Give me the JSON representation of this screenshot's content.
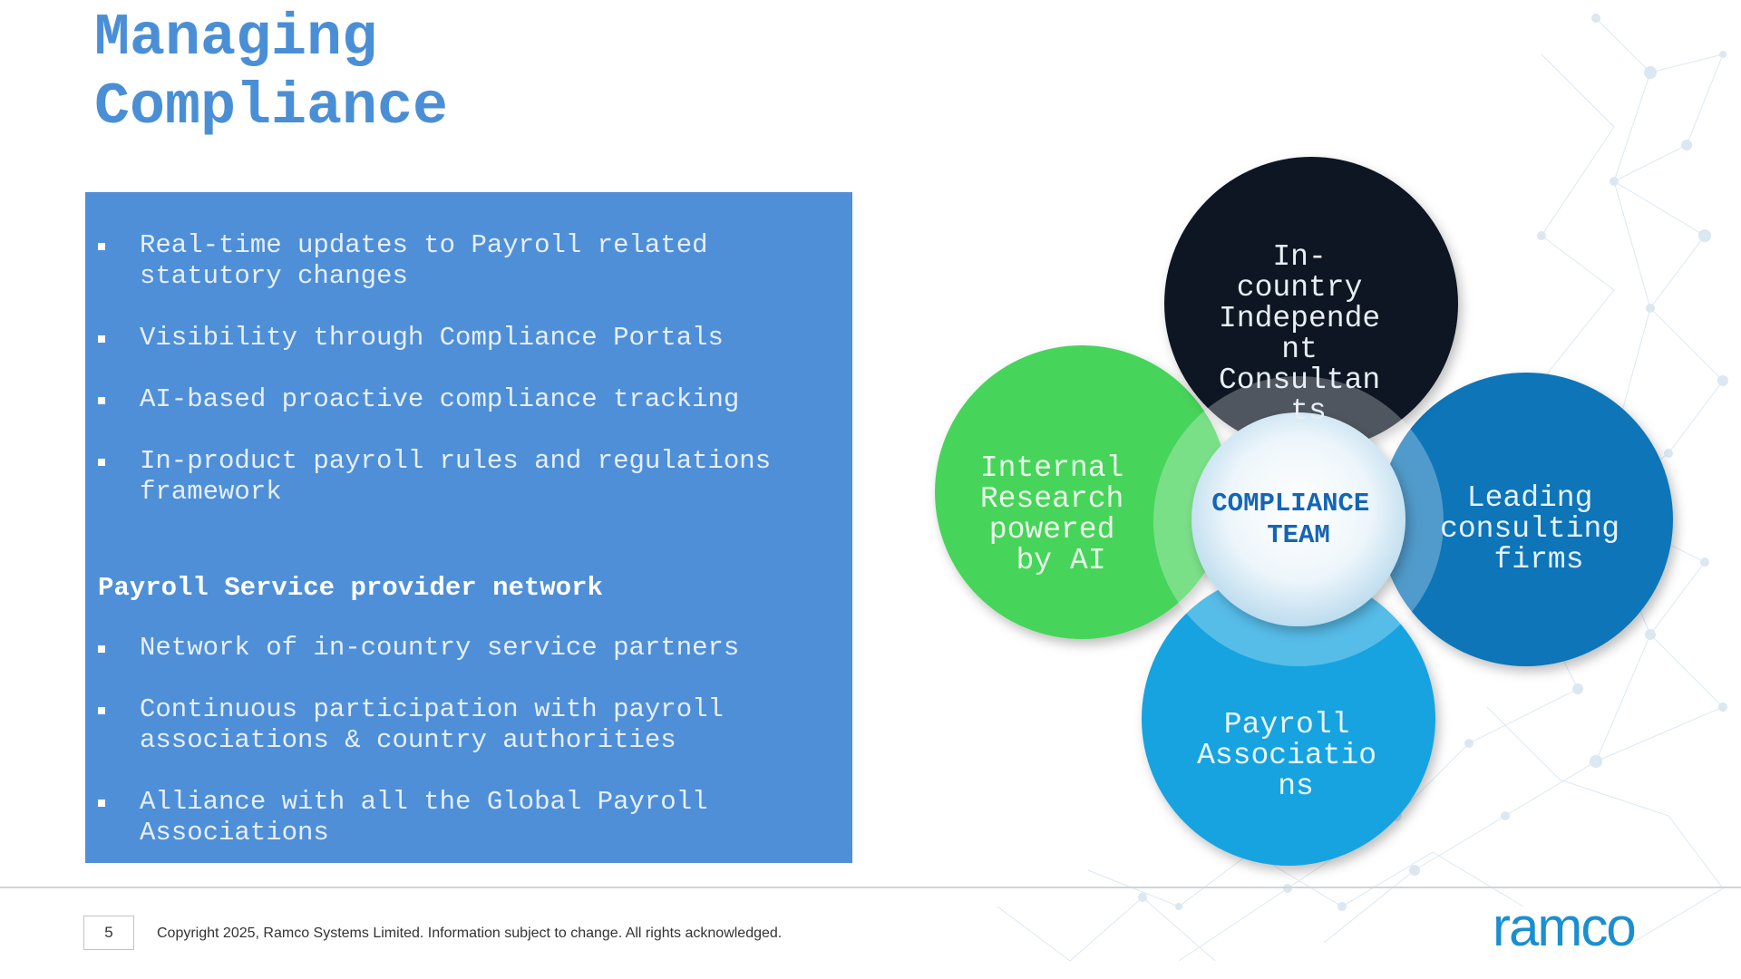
{
  "title": {
    "line1": "Managing",
    "line2": "Compliance"
  },
  "panel": {
    "bullets_a": [
      "Real-time updates to Payroll related\nstatutory changes",
      "Visibility through Compliance Portals",
      "AI-based proactive compliance tracking",
      "In-product payroll rules and regulations\nframework"
    ],
    "section_heading": "Payroll Service provider network",
    "bullets_b": [
      "Network of in-country service partners",
      "Continuous participation with payroll\nassociations & country authorities",
      "Alliance with all the Global Payroll\nAssociations"
    ]
  },
  "diagram": {
    "center": {
      "line1": "COMPLIANCE",
      "line2": "TEAM",
      "color": "#1565b5"
    },
    "petals": {
      "top": {
        "lines": [
          "In-",
          "country",
          "Independe",
          "nt",
          "Consultan",
          "ts"
        ],
        "color": "#0b1520"
      },
      "left": {
        "lines": [
          "Internal",
          "Research",
          "powered",
          "by AI"
        ],
        "color": "#46d45a"
      },
      "right": {
        "lines": [
          "Leading",
          "consulting",
          "firms"
        ],
        "color": "#0b74b8"
      },
      "bottom": {
        "lines": [
          "Payroll",
          "Associatio",
          "ns"
        ],
        "color": "#18a3e0"
      }
    }
  },
  "footer": {
    "page_number": "5",
    "copyright": "Copyright 2025, Ramco Systems Limited. Information subject to change. All rights acknowledged.",
    "logo": "ramco"
  },
  "colors": {
    "title": "#4a8fd6",
    "panel": "#4f8fd8",
    "logo": "#1a8fd0"
  }
}
